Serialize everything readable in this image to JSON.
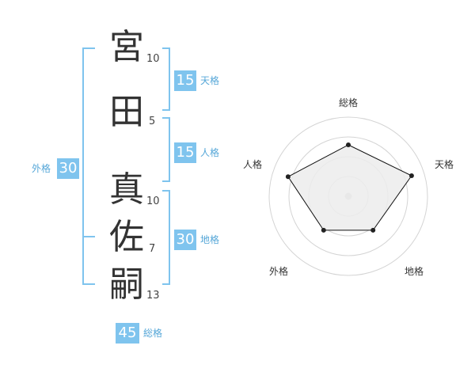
{
  "name": {
    "chars": [
      {
        "char": "宮",
        "strokes": "10"
      },
      {
        "char": "田",
        "strokes": "5"
      },
      {
        "char": "真",
        "strokes": "10"
      },
      {
        "char": "佐",
        "strokes": "7"
      },
      {
        "char": "嗣",
        "strokes": "13"
      }
    ]
  },
  "kakusu": {
    "tenkaku": {
      "value": "15",
      "label": "天格"
    },
    "jinkaku": {
      "value": "15",
      "label": "人格"
    },
    "chikaku": {
      "value": "30",
      "label": "地格"
    },
    "gaikaku": {
      "value": "30",
      "label": "外格"
    },
    "soukaku": {
      "value": "45",
      "label": "総格"
    }
  },
  "colors": {
    "accent": "#7fc4ee",
    "accent_text": "#56a7d8",
    "radar_fill": "#ececec"
  },
  "chart_data": {
    "type": "radar",
    "axes": [
      "総格",
      "天格",
      "地格",
      "外格",
      "人格"
    ],
    "values": [
      0.65,
      0.84,
      0.53,
      0.53,
      0.8
    ],
    "max": 1.0
  }
}
